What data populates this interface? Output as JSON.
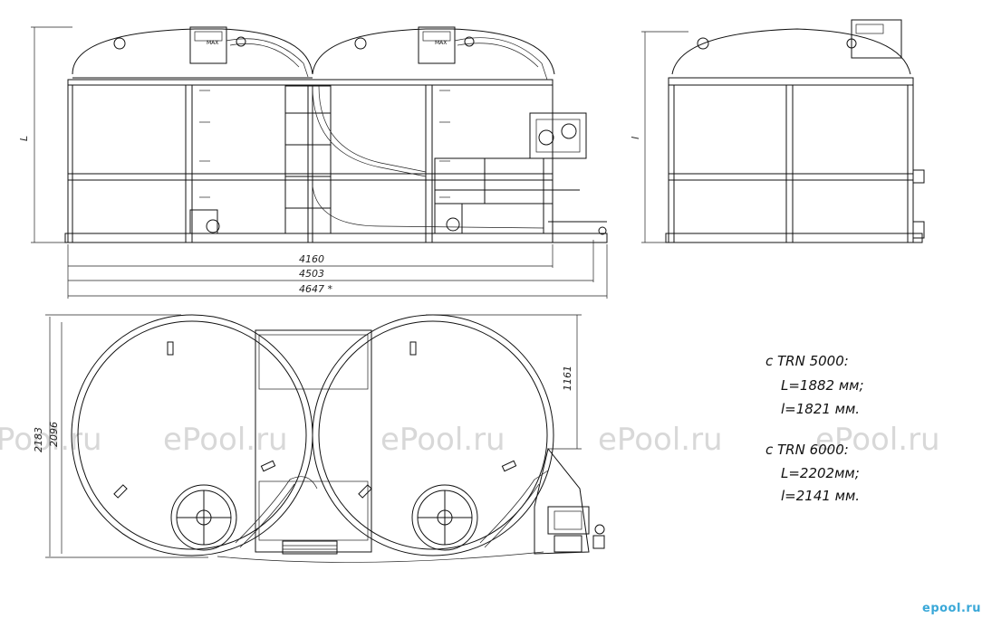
{
  "dimensions": {
    "d4160": "4160",
    "d4503": "4503",
    "d4647": "4647 *",
    "height_L": "L",
    "height_l": "l",
    "d2183": "2183",
    "d2096": "2096",
    "d1161": "1161"
  },
  "notes": {
    "trn5000_title": "с  TRN 5000:",
    "trn5000_L": "L=1882  мм;",
    "trn5000_l": "l=1821  мм.",
    "trn6000_title": "с  TRN 6000:",
    "trn6000_L": "L=2202мм;",
    "trn6000_l": "l=2141  мм."
  },
  "watermark": {
    "text": "ePool.ru",
    "corner_logo": "epool.ru"
  },
  "tank_labels": {
    "max": "MAX"
  },
  "colors": {
    "line": "#111111",
    "watermark": "#d8d8d8",
    "logo": "#3aa8d8"
  }
}
